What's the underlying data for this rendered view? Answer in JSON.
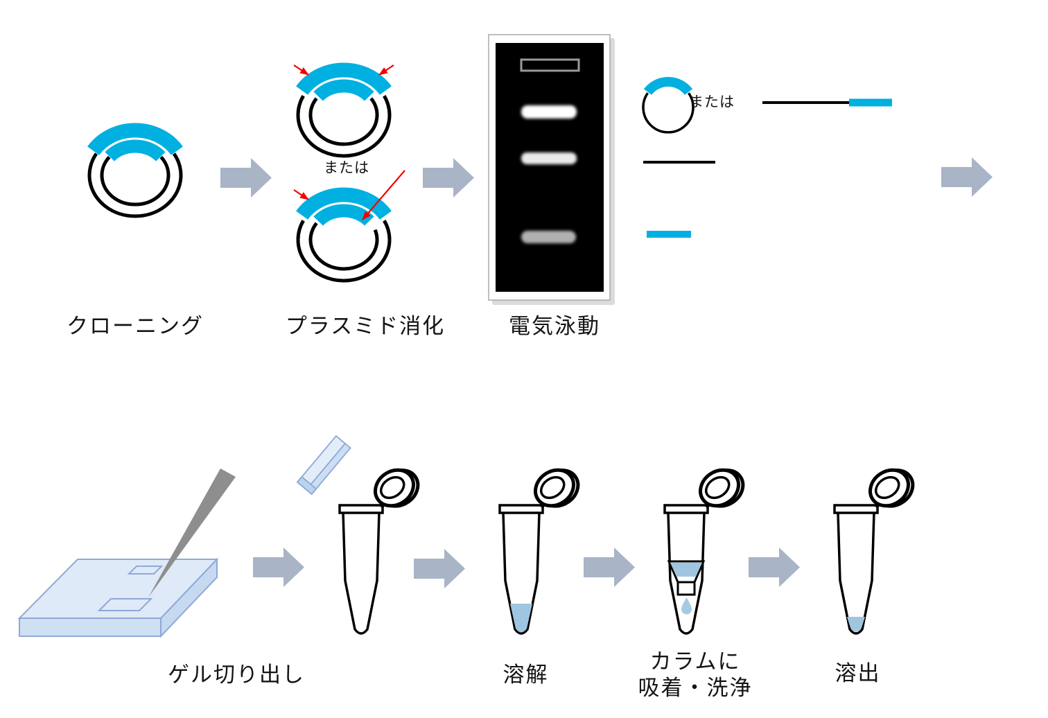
{
  "diagram": {
    "rows": 2,
    "description_labels_visible_only": true
  },
  "labels": {
    "cloning": "クローニング",
    "digestion": "プラスミド消化",
    "digestion_or": "または",
    "electrophoresis": "電気泳動",
    "result_or": "または",
    "gel_excision": "ゲル切り出し",
    "dissolve": "溶解",
    "column_line1": "カラムに",
    "column_line2": "吸着・洗浄",
    "elution": "溶出"
  },
  "icons": {
    "plasmid-icon": "circular double-stranded DNA with cyan insert arc",
    "cut-plasmid-icon": "plasmid with red cut-site arrows",
    "gel-photo-icon": "black electrophoresis gel with one well and three bands",
    "linear-fragment-icon": "black line with cyan insert end",
    "insert-band-icon": "short cyan bar",
    "flow-arrow-icon": "gray right arrow",
    "gel-slab-icon": "light blue agarose slab with cut slots",
    "scalpel-icon": "gray blade",
    "gel-slice-icon": "excised light blue gel stick",
    "microtube-icon": "open-cap microcentrifuge tube",
    "spin-column-icon": "tube with funnel column, liquid and droplet"
  },
  "colors": {
    "insert-blue": "#00b0e0",
    "arrow-gray": "#a9b4c6",
    "cut-red": "#f40000",
    "liquid-blue": "#9fc5e0",
    "droplet-blue": "#a5cbe4",
    "gel-slab-fill": "#dfeaf8",
    "gel-slab-front": "#cfe0f3",
    "gel-slab-side": "#c7d9f0",
    "gel-slab-stroke": "#8fa8d6",
    "knife-gray": "#8e8e8e",
    "gel-background": "#000000",
    "gel-frame": "#ffffff"
  },
  "gel": {
    "well_outline": "#9a9a9a",
    "bands": [
      {
        "row": 1,
        "color": "#ffffff"
      },
      {
        "row": 2,
        "color": "#eaeaea"
      },
      {
        "row": 3,
        "color": "#b0b0b0"
      }
    ]
  }
}
